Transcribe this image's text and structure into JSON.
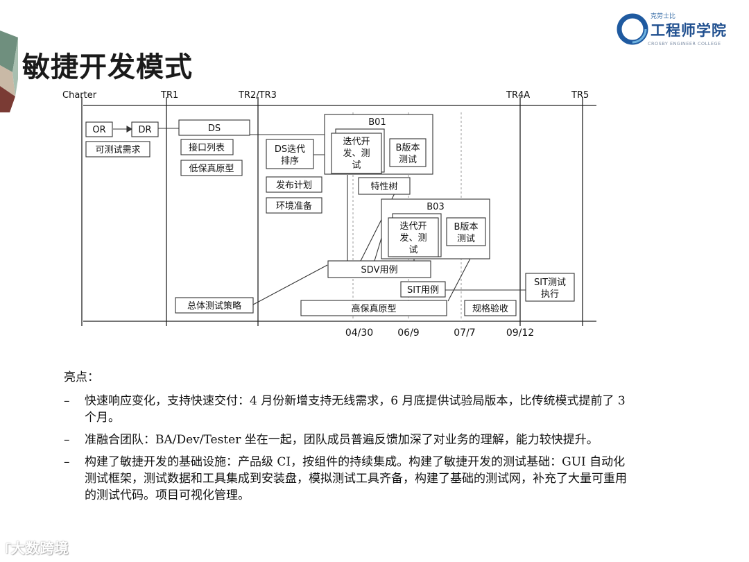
{
  "slide": {
    "title": "敏捷开发模式"
  },
  "logo": {
    "tag": "克劳士比",
    "name": "工程师学院",
    "sub": "CROSBY ENGINEER COLLEGE"
  },
  "diagram": {
    "milestones": [
      "Charter",
      "TR1",
      "TR2/TR3",
      "TR4A",
      "TR5"
    ],
    "dates": [
      "04/30",
      "06/9",
      "07/7",
      "09/12"
    ],
    "boxes": {
      "or": "OR",
      "dr": "DR",
      "ds": "DS",
      "testable_req": "可测试需求",
      "interface_list": "接口列表",
      "low_fi_proto": "低保真原型",
      "ds_iter_1": "DS迭代",
      "ds_iter_2": "排序",
      "release_plan": "发布计划",
      "env_prep": "环境准备",
      "b01": "B01",
      "b01_iter_1": "迭代开",
      "b01_iter_2": "发、测",
      "b01_iter_3": "试",
      "b01_test_1": "B版本",
      "b01_test_2": "测试",
      "feature_tree": "特性树",
      "b03": "B03",
      "b03_iter_1": "迭代开",
      "b03_iter_2": "发、测",
      "b03_iter_3": "试",
      "b03_test_1": "B版本",
      "b03_test_2": "测试",
      "sdv_cases": "SDV用例",
      "sit_cases": "SIT用例",
      "sit_exec_1": "SIT测试",
      "sit_exec_2": "执行",
      "overall_strategy": "总体测试策略",
      "high_fi_proto": "高保真原型",
      "spec_accept": "规格验收"
    }
  },
  "notes": {
    "heading": "亮点：",
    "items": [
      "快速响应变化，支持快速交付：4 月份新增支持无线需求，6 月底提供试验局版本，比传统模式提前了 3 个月。",
      "准融合团队：BA/Dev/Tester 坐在一起，团队成员普遍反馈加深了对业务的理解，能力较快提升。",
      "构建了敏捷开发的基础设施：产品级 CI，按组件的持续集成。构建了敏捷开发的测试基础：GUI 自动化测试框架，测试数据和工具集成到安装盘，模拟测试工具齐备，构建了基础的测试网，补充了大量可重用的测试代码。项目可视化管理。"
    ]
  },
  "watermark": {
    "icon": "logo-icon",
    "text": "大数跨境"
  }
}
